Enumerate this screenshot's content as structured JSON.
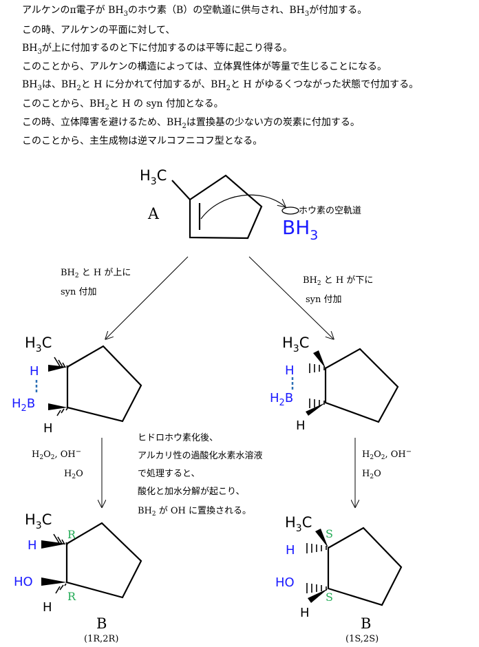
{
  "explanation_lines": [
    {
      "pre": "アルケンのπ電子が BH",
      "sub": "3",
      "post": "のホウ素（B）の空軌道に供与され、BH",
      "sub2": "3",
      "post2": "が付加する。"
    },
    {
      "pre": "この時、アルケンの平面に対して、"
    },
    {
      "pre": "BH",
      "sub": "3",
      "post": "が上に付加するのと下に付加するのは平等に起こり得る。"
    },
    {
      "pre": "このことから、アルケンの構造によっては、立体異性体が等量で生じることになる。"
    },
    {
      "pre": "BH",
      "sub": "3",
      "post": "は、BH",
      "sub2": "2",
      "post2": "と H に分かれて付加するが、BH",
      "sub3": "2",
      "post3": "と H がゆるくつながった状態で付加する。"
    },
    {
      "pre": "このことから、BH",
      "sub": "2",
      "post": "と H の syn 付加となる。"
    },
    {
      "pre": "この時、立体障害を避けるため、BH",
      "sub": "2",
      "post": "は置換基の少ない方の炭素に付加する。"
    },
    {
      "pre": "このことから、主生成物は逆マルコフニコフ型となる。"
    }
  ],
  "reactant": {
    "label": "A",
    "methyl": "H3C",
    "reagent": "BH3",
    "orbital_note": "ホウ素の空軌道"
  },
  "left_path": {
    "condition_l1": "BH2 と H が上に",
    "condition_l2": "syn 付加",
    "intermediate": {
      "methyl": "H3C",
      "h": "H",
      "boron": "H2B",
      "h_bottom": "H"
    },
    "oxidation_l1": "H2O2,  OH−",
    "oxidation_l2": "H2O",
    "product": {
      "methyl": "H3C",
      "h": "H",
      "oh": "HO",
      "h_bottom": "H",
      "r1": "R",
      "r2": "R",
      "label": "B",
      "config": "(1R,2R)"
    }
  },
  "right_path": {
    "condition_l1": "BH2 と H が下に",
    "condition_l2": "syn 付加",
    "intermediate": {
      "methyl": "H3C",
      "h": "H",
      "boron": "H2B",
      "h_bottom": "H"
    },
    "oxidation_l1": "H2O2,  OH−",
    "oxidation_l2": "H2O",
    "product": {
      "methyl": "H3C",
      "h": "H",
      "oh": "HO",
      "h_bottom": "H",
      "s1": "S",
      "s2": "S",
      "label": "B",
      "config": "(1S,2S)"
    }
  },
  "middle_note": [
    "ヒドロホウ素化後、",
    "アルカリ性の過酸化水素水溶液",
    "で処理すると、",
    "酸化と加水分解が起こり、",
    "BH2 が OH に置換される。"
  ],
  "colors": {
    "blue": "#1a1aff",
    "green": "#22aa55",
    "dash": "#2a6fb5",
    "black": "#000000"
  }
}
